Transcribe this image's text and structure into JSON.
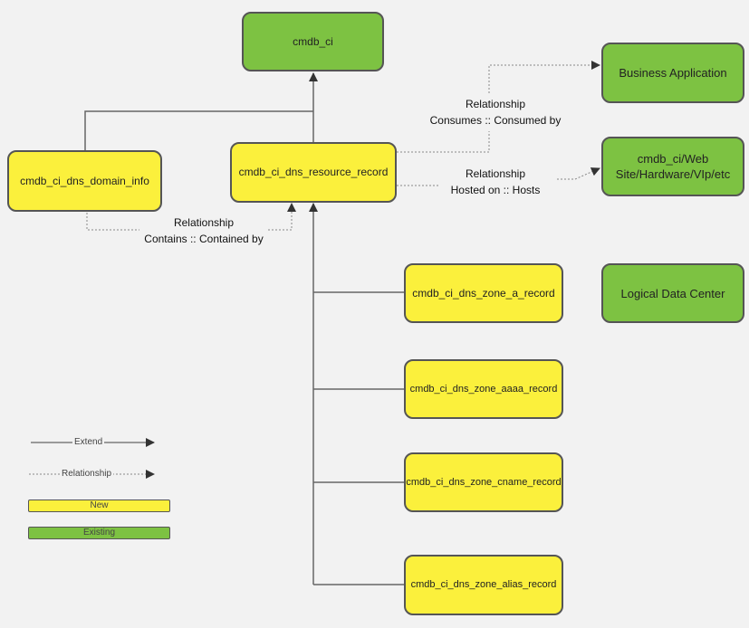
{
  "colors": {
    "background": "#f2f2f2",
    "existing": "#7dc242",
    "new": "#fbf03c",
    "border": "#555555",
    "extend_line": "#666666",
    "relationship_line": "#888888"
  },
  "nodes": {
    "cmdb_ci": "cmdb_ci",
    "business_application": "Business Application",
    "web_site": "cmdb_ci/Web Site/Hardware/VIp/etc",
    "logical_data_center": "Logical Data Center",
    "dns_domain_info": "cmdb_ci_dns_domain_info",
    "dns_resource_record": "cmdb_ci_dns_resource_record",
    "zone_a_record": "cmdb_ci_dns_zone_a_record",
    "zone_aaaa_record": "cmdb_ci_dns_zone_aaaa_record",
    "zone_cname_record": "cmdb_ci_dns_zone_cname_record",
    "zone_alias_record": "cmdb_ci_dns_zone_alias_record"
  },
  "relationships": {
    "consumes": {
      "title": "Relationship",
      "detail": "Consumes :: Consumed by"
    },
    "hosted_on": {
      "title": "Relationship",
      "detail": "Hosted on ::  Hosts"
    },
    "contains": {
      "title": "Relationship",
      "detail": "Contains :: Contained by"
    }
  },
  "legend": {
    "extend": "Extend",
    "relationship": "Relationship",
    "new": "New",
    "existing": "Existing"
  }
}
